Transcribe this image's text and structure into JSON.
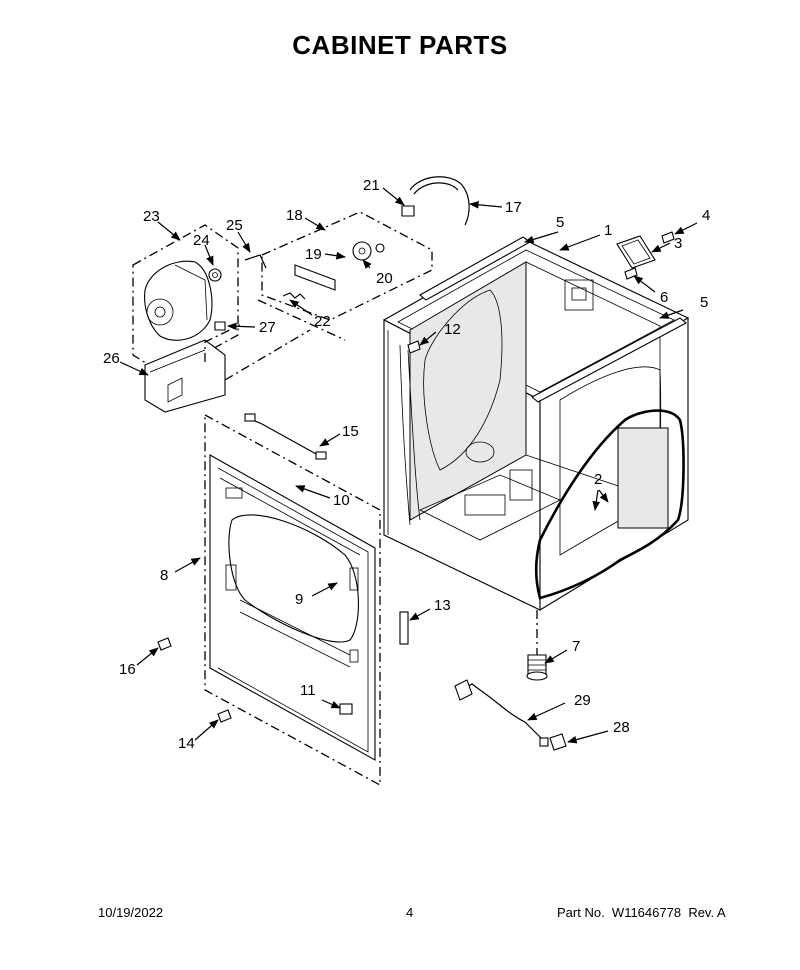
{
  "page": {
    "title": "CABINET PARTS"
  },
  "footer": {
    "date": "10/19/2022",
    "page_number": "4",
    "part_label": "Part No.",
    "part_number": "W11646778",
    "revision": "Rev. A"
  },
  "callouts": {
    "c1": "1",
    "c2": "2",
    "c3": "3",
    "c4": "4",
    "c5a": "5",
    "c5b": "5",
    "c6": "6",
    "c7": "7",
    "c8": "8",
    "c9": "9",
    "c10": "10",
    "c11": "11",
    "c12": "12",
    "c13": "13",
    "c14": "14",
    "c15": "15",
    "c16": "16",
    "c17": "17",
    "c18": "18",
    "c19": "19",
    "c20": "20",
    "c21": "21",
    "c22": "22",
    "c23": "23",
    "c24": "24",
    "c25": "25",
    "c26": "26",
    "c27": "27",
    "c28": "28",
    "c29": "29"
  }
}
